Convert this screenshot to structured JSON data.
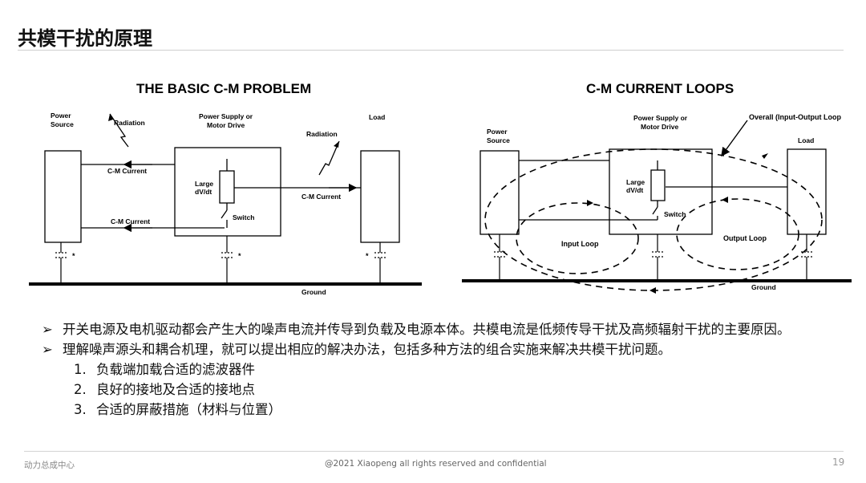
{
  "slide": {
    "title": "共模干扰的原理",
    "page_number": "19"
  },
  "left_diagram": {
    "title": "THE BASIC C-M PROBLEM",
    "labels": {
      "power_source_1": "Power",
      "power_source_2": "Source",
      "radiation_left": "Radiation",
      "psu_1": "Power Supply or",
      "psu_2": "Motor Drive",
      "radiation_right": "Radiation",
      "load": "Load",
      "cm_current_top": "C-M Current",
      "cm_current_bottom": "C-M Current",
      "cm_current_right": "C-M Current",
      "large_dvdt_1": "Large",
      "large_dvdt_2": "dV/dt",
      "switch": "Switch",
      "star": "*",
      "ground": "Ground"
    }
  },
  "right_diagram": {
    "title": "C-M CURRENT LOOPS",
    "labels": {
      "power_source_1": "Power",
      "power_source_2": "Source",
      "psu_1": "Power Supply or",
      "psu_2": "Motor Drive",
      "overall_loop": "Overall (Input-Output Loop",
      "load": "Load",
      "large_dvdt_1": "Large",
      "large_dvdt_2": "dV/dt",
      "switch": "Switch",
      "input_loop": "Input Loop",
      "output_loop": "Output Loop",
      "ground": "Ground"
    }
  },
  "bullets": {
    "marker": "➢",
    "b1": "开关电源及电机驱动都会产生大的噪声电流并传导到负载及电源本体。共模电流是低频传导干扰及高频辐射干扰的主要原因。",
    "b2": "理解噪声源头和耦合机理，就可以提出相应的解决办法，包括多种方法的组合实施来解决共模干扰问题。",
    "sub": [
      {
        "num": "1.",
        "text": "负载端加载合适的滤波器件"
      },
      {
        "num": "2.",
        "text": "良好的接地及合适的接地点"
      },
      {
        "num": "3.",
        "text": "合适的屏蔽措施（材料与位置）"
      }
    ]
  },
  "footer": {
    "left": "动力总成中心",
    "center": "@2021 Xiaopeng all rights reserved and confidential"
  }
}
